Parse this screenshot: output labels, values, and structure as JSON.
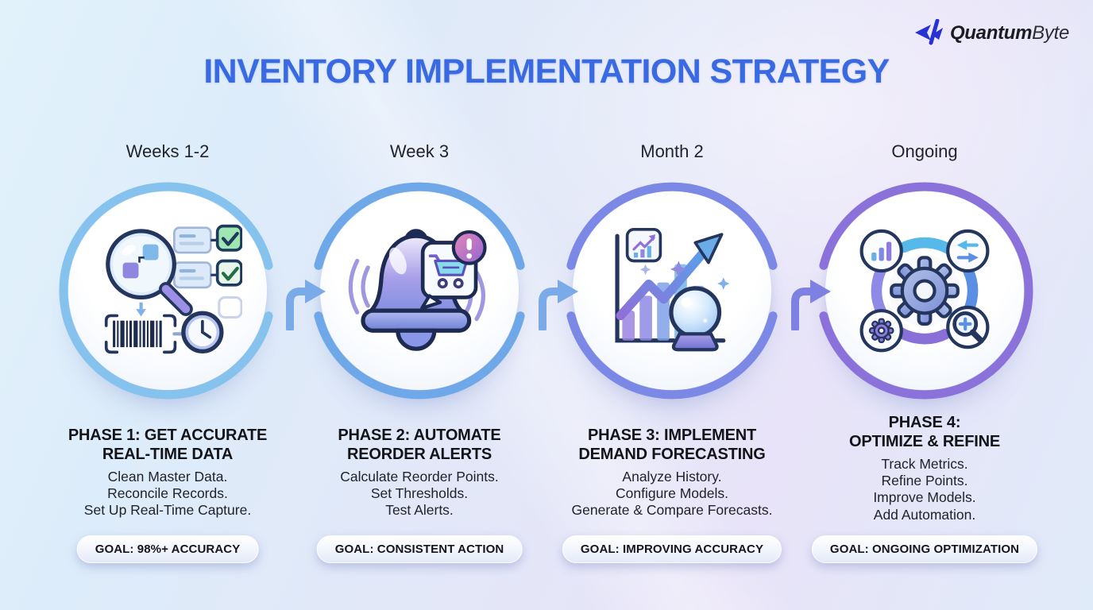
{
  "brand": {
    "name_bold": "Quantum",
    "name_light": "Byte",
    "logo_color": "#2832d4"
  },
  "title": {
    "text": "INVENTORY IMPLEMENTATION STRATEGY",
    "color": "#3a6ae2"
  },
  "phases": [
    {
      "timeline": "Weeks 1-2",
      "title_line1": "PHASE 1: GET ACCURATE",
      "title_line2": "REAL-TIME DATA",
      "items": [
        "Clean Master Data.",
        "Reconcile Records.",
        "Set Up Real-Time Capture."
      ],
      "goal": "GOAL: 98%+ ACCURACY",
      "ring_color": "#85c2ee",
      "icon": "data-audit-icon"
    },
    {
      "timeline": "Week 3",
      "title_line1": "PHASE 2: AUTOMATE",
      "title_line2": "REORDER ALERTS",
      "items": [
        "Calculate Reorder Points.",
        "Set Thresholds.",
        "Test Alerts."
      ],
      "goal": "GOAL: CONSISTENT ACTION",
      "ring_color": "#6fa8e8",
      "icon": "reorder-alert-bell-icon"
    },
    {
      "timeline": "Month 2",
      "title_line1": "PHASE 3: IMPLEMENT",
      "title_line2": "DEMAND FORECASTING",
      "items": [
        "Analyze History.",
        "Configure Models.",
        "Generate & Compare Forecasts."
      ],
      "goal": "GOAL: IMPROVING ACCURACY",
      "ring_color": "#7b88e6",
      "icon": "demand-forecast-icon"
    },
    {
      "timeline": "Ongoing",
      "title_line1": "PHASE 4:",
      "title_line2": "OPTIMIZE & REFINE",
      "items": [
        "Track Metrics.",
        "Refine Points.",
        "Improve Models.",
        "Add Automation."
      ],
      "goal": "GOAL: ONGOING OPTIMIZATION",
      "ring_color": "#8a72da",
      "icon": "optimize-cycle-icon"
    }
  ],
  "connectors": [
    {
      "color": "#7aaae8"
    },
    {
      "color": "#7aaae8"
    },
    {
      "color": "#7e80e2"
    }
  ]
}
